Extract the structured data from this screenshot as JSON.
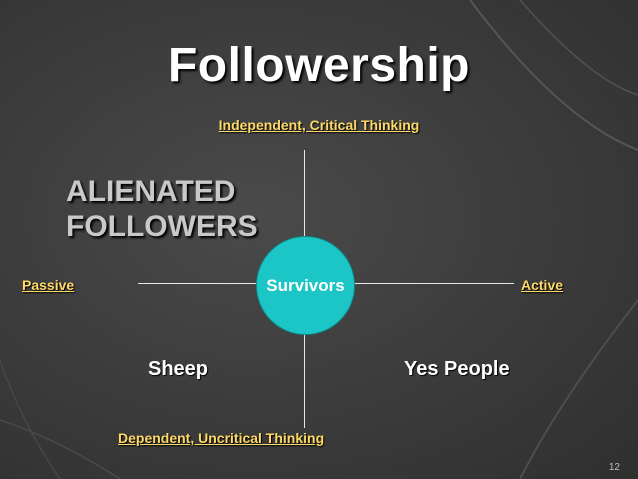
{
  "title": "Followership",
  "axes": {
    "top": "Independent, Critical Thinking",
    "bottom": "Dependent, Uncritical Thinking",
    "left": "Passive",
    "right": "Active"
  },
  "quadrants": {
    "top_left_line1": "ALIENATED",
    "top_left_line2": "FOLLOWERS",
    "bottom_left": "Sheep",
    "bottom_right": "Yes People",
    "center": "Survivors"
  },
  "page_number": "12",
  "colors": {
    "background": "#3b3b3b",
    "axis_label": "#ffd966",
    "center_circle": "#1dc6c6",
    "alienated_text": "#c9c9c9"
  }
}
